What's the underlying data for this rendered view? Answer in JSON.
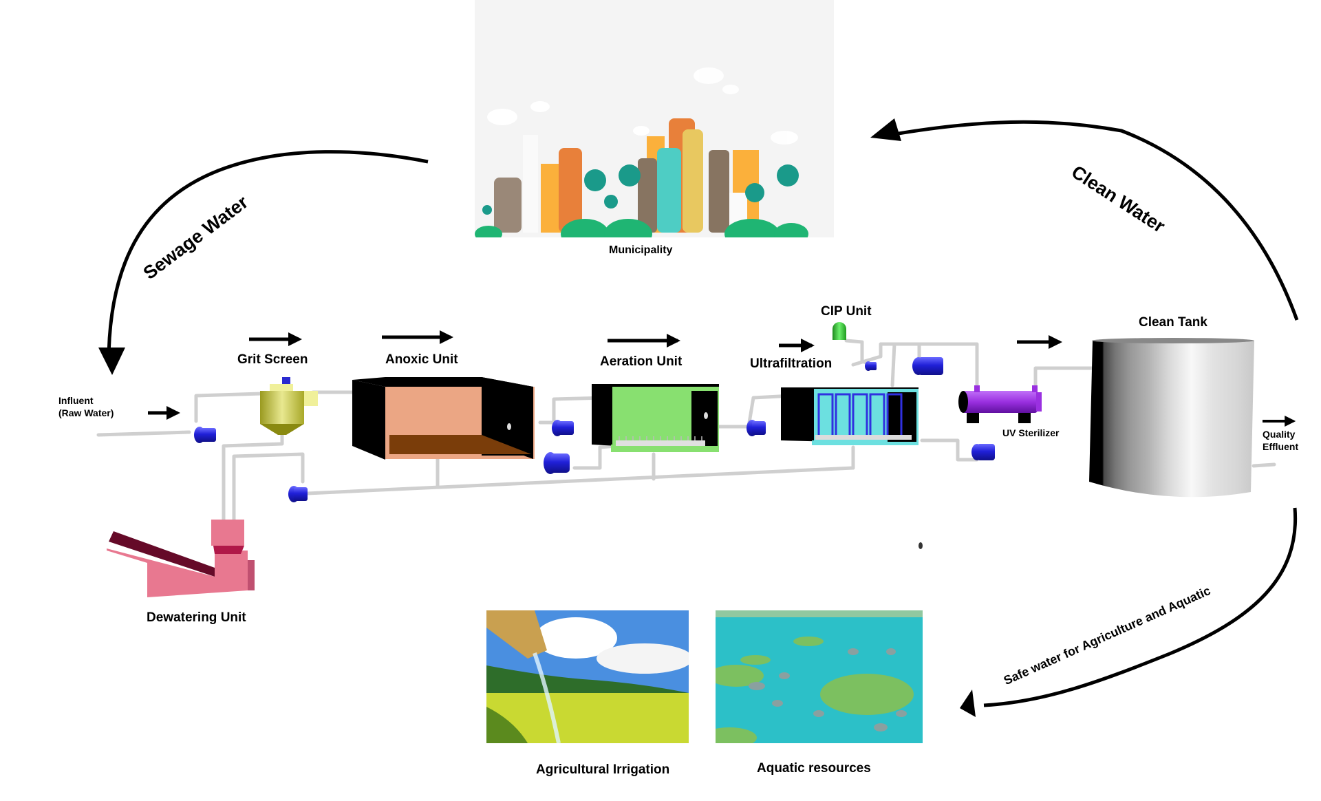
{
  "diagram": {
    "topic": "Wastewater treatment and reuse cycle",
    "sources": {
      "municipality": {
        "label": "Municipality",
        "icon": "city-skyline-illustration"
      }
    },
    "flows": {
      "sewage": {
        "label": "Sewage Water",
        "direction": "municipality-to-influent"
      },
      "clean": {
        "label": "Clean Water",
        "direction": "clean-tank-to-municipality"
      },
      "reuse": {
        "label": "Safe water for Agriculture and Aquatic",
        "direction": "clean-tank-to-reuse"
      }
    },
    "influent": {
      "label_line1": "Influent",
      "label_line2": "(Raw Water)"
    },
    "units": [
      {
        "id": "grit",
        "label": "Grit Screen",
        "color": "#c8c850"
      },
      {
        "id": "anoxic",
        "label": "Anoxic Unit",
        "color": "#eba684"
      },
      {
        "id": "aeration",
        "label": "Aeration Unit",
        "color": "#88e070"
      },
      {
        "id": "uf",
        "label": "Ultrafiltration",
        "color": "#6ce0e0"
      },
      {
        "id": "cip",
        "label": "CIP Unit",
        "color": "#44c844"
      },
      {
        "id": "uv",
        "label": "UV Sterilizer",
        "color": "#9a30d8"
      },
      {
        "id": "clean_tank",
        "label": "Clean Tank",
        "color": "#a0a0a0"
      },
      {
        "id": "dewatering",
        "label": "Dewatering Unit",
        "color": "#e87890"
      }
    ],
    "effluent": {
      "label_line1": "Quality",
      "label_line2": "Effluent"
    },
    "reuse": {
      "agriculture": {
        "label": "Agricultural Irrigation",
        "icon": "irrigation-photo"
      },
      "aquatic": {
        "label": "Aquatic resources",
        "icon": "fish-pond-illustration"
      }
    },
    "colors": {
      "pump": "#2a2ad0",
      "pipe": "#d4d4d4",
      "arrow": "#000000"
    }
  }
}
